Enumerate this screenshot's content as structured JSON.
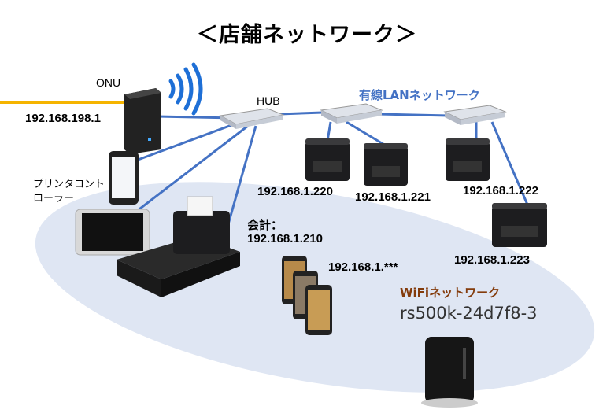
{
  "title": "＜店舗ネットワーク＞",
  "colors": {
    "cable": "#4472c4",
    "wan_line": "#f5b400",
    "wired_label": "#4472c4",
    "wifi_label": "#843c0c",
    "wifi_zone": "#dfe6f3"
  },
  "onu": {
    "label": "ONU",
    "ip": "192.168.198.1"
  },
  "hub": {
    "label": "HUB"
  },
  "controller": {
    "label_line1": "プリンタコント",
    "label_line2": "ローラー"
  },
  "wired_network": {
    "label": "有線LANネットワーク",
    "printers": [
      {
        "ip": "192.168.1.220"
      },
      {
        "ip": "192.168.1.221"
      },
      {
        "ip": "192.168.1.222"
      },
      {
        "ip": "192.168.1.223"
      }
    ]
  },
  "register": {
    "label": "会計：",
    "ip": "192.168.1.210"
  },
  "mobile_devices": {
    "ip": "192.168.1.***"
  },
  "wifi_network": {
    "label": "WiFiネットワーク",
    "ssid": "rs500k-24d7f8-3"
  }
}
